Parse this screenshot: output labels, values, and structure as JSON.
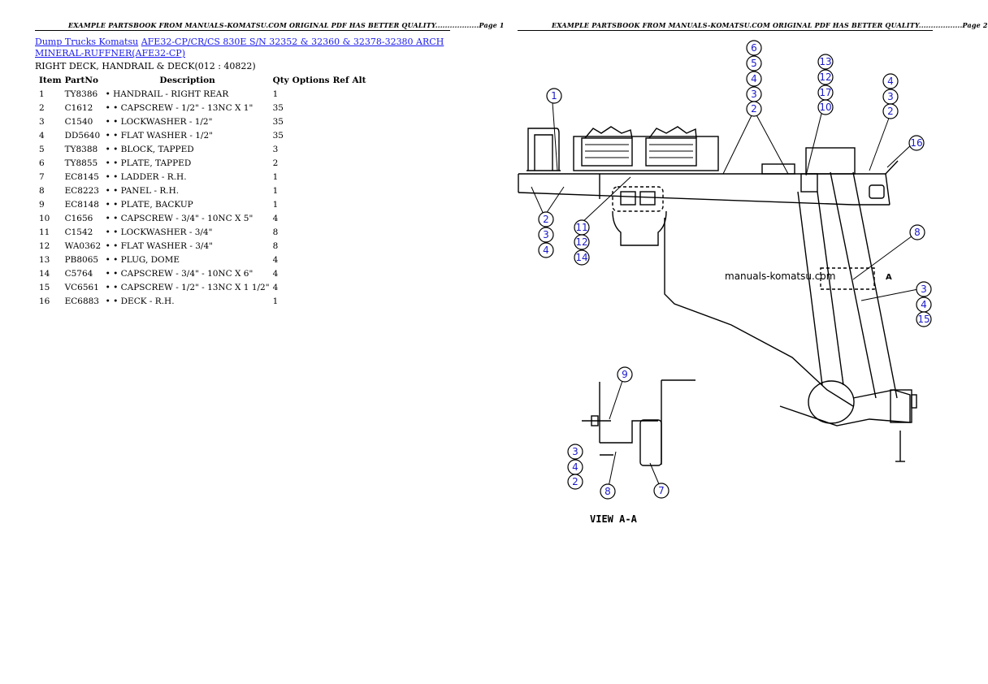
{
  "header_left": "EXAMPLE PARTSBOOK FROM MANUALS-KOMATSU.COM ORIGINAL PDF HAS BETTER QUALITY..................Page 1",
  "header_right": "EXAMPLE PARTSBOOK FROM MANUALS-KOMATSU.COM ORIGINAL PDF HAS BETTER QUALITY..................Page 2",
  "breadcrumb": {
    "link1": "Dump Trucks Komatsu",
    "link2": "AFE32-CP/CR/CS 830E S/N 32352 & 32360 & 32378-32380 ARCH",
    "link3": "MINERAL-RUFFNER(AFE32-CP)"
  },
  "subtitle": "RIGHT DECK, HANDRAIL & DECK(012 : 40822)",
  "table": {
    "headers": [
      "Item",
      "PartNo",
      "Description",
      "Qty",
      "Options",
      "Ref",
      "Alt"
    ],
    "rows": [
      {
        "item": "1",
        "part": "TY8386",
        "desc": "• HANDRAIL - RIGHT REAR",
        "qty": "1"
      },
      {
        "item": "2",
        "part": "C1612",
        "desc": "• • CAPSCREW - 1/2\" - 13NC X 1\"",
        "qty": "35"
      },
      {
        "item": "3",
        "part": "C1540",
        "desc": "• • LOCKWASHER - 1/2\"",
        "qty": "35"
      },
      {
        "item": "4",
        "part": "DD5640",
        "desc": "• • FLAT WASHER - 1/2\"",
        "qty": "35"
      },
      {
        "item": "5",
        "part": "TY8388",
        "desc": "• • BLOCK, TAPPED",
        "qty": "3"
      },
      {
        "item": "6",
        "part": "TY8855",
        "desc": "• • PLATE, TAPPED",
        "qty": "2"
      },
      {
        "item": "7",
        "part": "EC8145",
        "desc": "• • LADDER - R.H.",
        "qty": "1"
      },
      {
        "item": "8",
        "part": "EC8223",
        "desc": "• • PANEL - R.H.",
        "qty": "1"
      },
      {
        "item": "9",
        "part": "EC8148",
        "desc": "• • PLATE, BACKUP",
        "qty": "1"
      },
      {
        "item": "10",
        "part": "C1656",
        "desc": "• • CAPSCREW - 3/4\" - 10NC X 5\"",
        "qty": "4"
      },
      {
        "item": "11",
        "part": "C1542",
        "desc": "• • LOCKWASHER - 3/4\"",
        "qty": "8"
      },
      {
        "item": "12",
        "part": "WA0362",
        "desc": "• • FLAT WASHER - 3/4\"",
        "qty": "8"
      },
      {
        "item": "13",
        "part": "PB8065",
        "desc": "• • PLUG, DOME",
        "qty": "4"
      },
      {
        "item": "14",
        "part": "C5764",
        "desc": "• • CAPSCREW - 3/4\" - 10NC X 6\"",
        "qty": "4"
      },
      {
        "item": "15",
        "part": "VC6561",
        "desc": "• • CAPSCREW - 1/2\" - 13NC X 1 1/2\"",
        "qty": "4"
      },
      {
        "item": "16",
        "part": "EC6883",
        "desc": "• • DECK - R.H.",
        "qty": "1"
      }
    ]
  },
  "drawing": {
    "watermark": "manuals-komatsu.com",
    "view_label": "VIEW  A-A",
    "section_letter": "A",
    "callouts": [
      "1",
      "2",
      "3",
      "4",
      "5",
      "6",
      "7",
      "8",
      "9",
      "10",
      "11",
      "12",
      "13",
      "14",
      "15",
      "16"
    ]
  }
}
